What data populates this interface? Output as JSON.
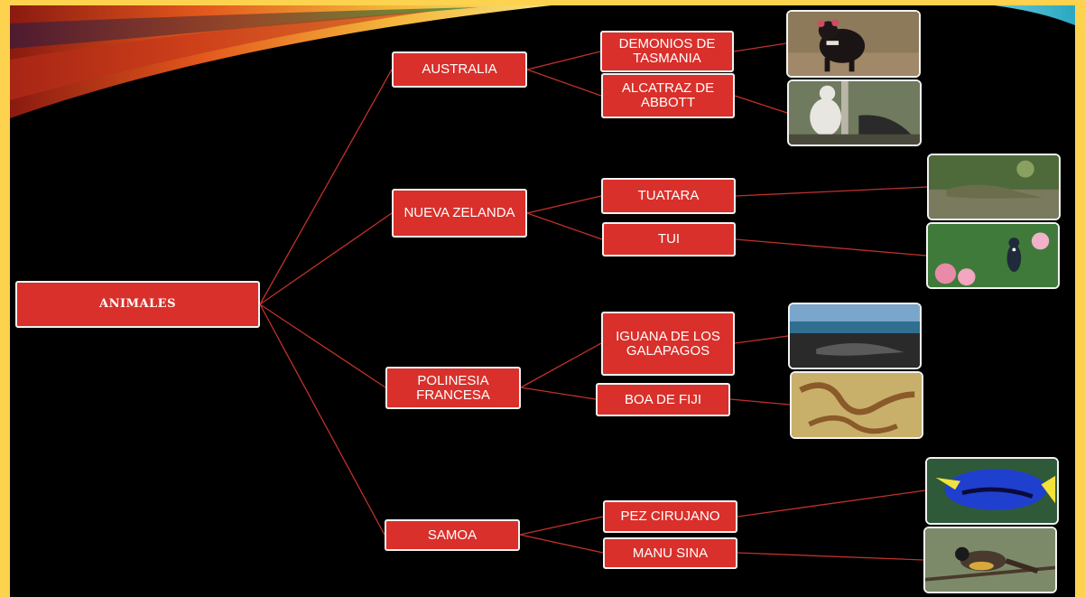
{
  "root": {
    "label": "ANIMALES"
  },
  "regions": [
    {
      "label": "AUSTRALIA",
      "animals": [
        "DEMONIOS DE TASMANIA",
        "ALCATRAZ DE ABBOTT"
      ]
    },
    {
      "label": "NUEVA ZELANDA",
      "animals": [
        "TUATARA",
        "TUI"
      ]
    },
    {
      "label": "POLINESIA FRANCESA",
      "animals": [
        "IGUANA DE LOS GALAPAGOS",
        "BOA DE FIJI"
      ]
    },
    {
      "label": "SAMOA",
      "animals": [
        "PEZ CIRUJANO",
        "MANU SINA"
      ]
    }
  ],
  "colors": {
    "background": "#fcd24f",
    "slide": "#000000",
    "node_fill": "#d9302b",
    "node_border": "#f2f2f2",
    "connector": "#c0312b"
  }
}
